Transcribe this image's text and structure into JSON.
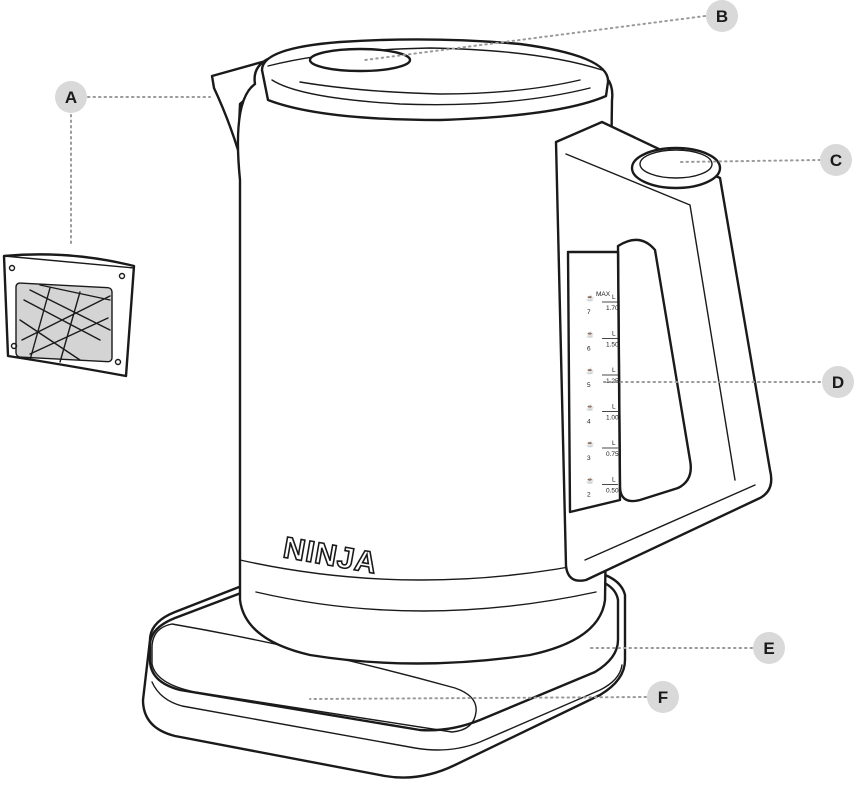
{
  "brand_logo": "NINJA",
  "callouts": {
    "a": "A",
    "b": "B",
    "c": "C",
    "d": "D",
    "e": "E",
    "f": "F"
  },
  "water_window": {
    "unit": "L",
    "max_label": "MAX",
    "marks": [
      {
        "cups": "7",
        "liters": "1.70"
      },
      {
        "cups": "6",
        "liters": "1.50"
      },
      {
        "cups": "5",
        "liters": "1.25"
      },
      {
        "cups": "4",
        "liters": "1.00"
      },
      {
        "cups": "3",
        "liters": "0.75"
      },
      {
        "cups": "2",
        "liters": "0.50"
      }
    ]
  },
  "colors": {
    "outline": "#1a1a1a",
    "leader": "#9a9a9a",
    "callout_fill": "#d9d9d9",
    "filter_mesh": "#d4d4d4"
  }
}
